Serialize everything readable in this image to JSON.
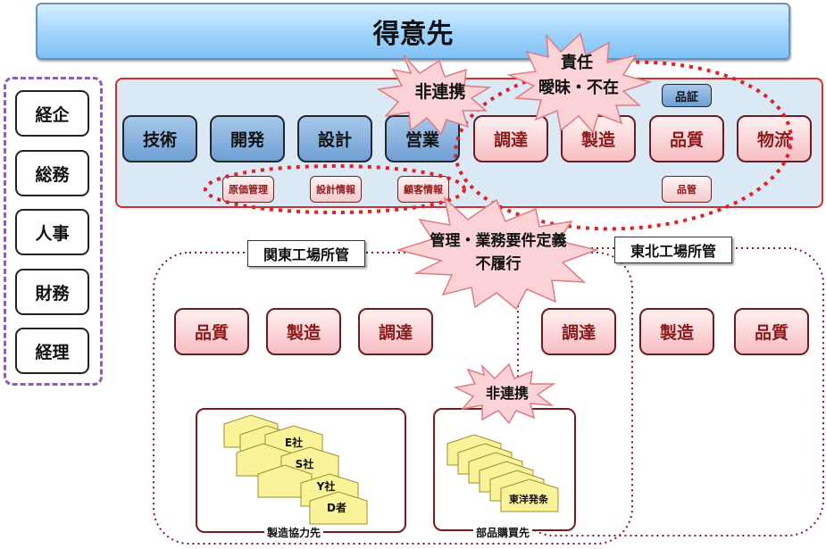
{
  "header": {
    "title": "得意先"
  },
  "left_departments": [
    "経企",
    "総務",
    "人事",
    "財務",
    "経理"
  ],
  "hq": {
    "blue_departments": [
      "技術",
      "開発",
      "設計",
      "営業"
    ],
    "pink_departments": [
      "調達",
      "製造",
      "品質",
      "物流"
    ],
    "sub_labels": [
      "原価管理",
      "設計情報",
      "顧客情報"
    ],
    "hinsho": "品証",
    "hinkan": "品管"
  },
  "plants": {
    "kanto": {
      "label": "関東工場所管",
      "departments": [
        "品質",
        "製造",
        "調達"
      ]
    },
    "tohoku": {
      "label": "東北工場所管",
      "departments": [
        "調達",
        "製造",
        "品質"
      ]
    }
  },
  "vendors": {
    "manufacturing": {
      "caption": "製造協力先",
      "companies": [
        "E社",
        "S社",
        "Y社",
        "D者"
      ]
    },
    "parts": {
      "caption": "部品購買先",
      "companies": [
        "東洋発条"
      ]
    }
  },
  "callouts": {
    "non_link_top": "非連携",
    "responsibility": [
      "責任",
      "曖昧・不在"
    ],
    "requirements": [
      "管理・業務要件定義",
      "不履行"
    ],
    "non_link_bottom": "非連携"
  },
  "colors": {
    "accent_red": "#d32f2f",
    "burst_fill": "#fbd3d6",
    "burst_stroke": "#e07a82"
  }
}
